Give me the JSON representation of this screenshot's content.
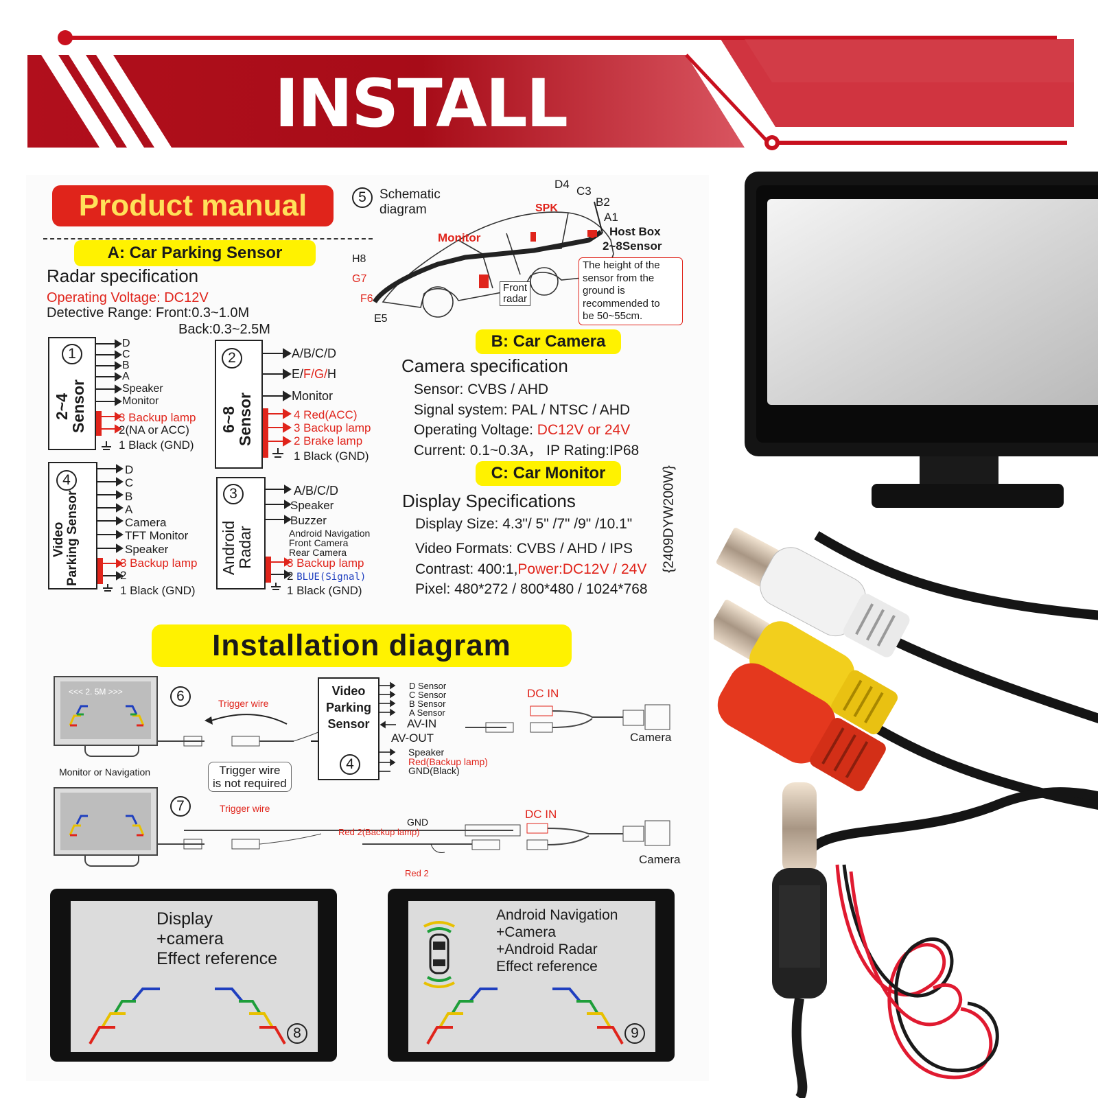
{
  "banner": {
    "title": "INSTALL"
  },
  "manual": {
    "title": "Product manual",
    "section_a": {
      "heading": "A: Car Parking Sensor",
      "radar_title": "Radar specification",
      "operating_voltage": "Operating Voltage: DC12V",
      "range_front": "Detective Range: Front:0.3~1.0M",
      "range_back": "Back:0.3~2.5M"
    },
    "box1": {
      "number": "1",
      "label": "2~4\nSensor",
      "wires": [
        "D",
        "C",
        "B",
        "A",
        "Speaker",
        "Monitor"
      ],
      "wire_red_1": "3 Backup lamp",
      "wire_2": "2(NA or ACC)",
      "wire_gnd": "1 Black (GND)"
    },
    "box2": {
      "number": "2",
      "label": "6~8\nSensor",
      "wire_abcd": "A/B/C/D",
      "wire_efgh_e": "E/",
      "wire_efgh_fg": "F/G/",
      "wire_efgh_h": "H",
      "wire_monitor": "Monitor",
      "wire_red_acc": "4 Red(ACC)",
      "wire_backup": "3 Backup lamp",
      "wire_brake": "2 Brake lamp",
      "wire_gnd": "1 Black (GND)"
    },
    "box4": {
      "number": "4",
      "label": "Video\nParking Sensor",
      "wires": [
        "D",
        "C",
        "B",
        "A",
        "Camera",
        "TFT Monitor",
        "Speaker"
      ],
      "wire_backup": "3 Backup lamp",
      "wire_2": "2",
      "wire_gnd": "1 Black (GND)"
    },
    "box3": {
      "number": "3",
      "label": "Android\nRadar",
      "wire_abcd": "A/B/C/D",
      "wire_speaker": "Speaker",
      "wire_buzzer": "Buzzer",
      "wire_nav": "Android Navigation",
      "wire_front_cam": "Front Camera",
      "wire_rear_cam": "Rear Camera",
      "wire_backup": "3 Backup lamp",
      "wire_blue_num": "2",
      "wire_blue": "BLUE(Signal)",
      "wire_gnd": "1 Black (GND)"
    },
    "schematic": {
      "number": "5",
      "title_line1": "Schematic",
      "title_line2": "diagram",
      "labels_rear": [
        "D4",
        "C3",
        "B2",
        "A1"
      ],
      "spk": "SPK",
      "monitor": "Monitor",
      "host_box": "Host Box",
      "host_sensor": "2~8Sensor",
      "labels_front": [
        "H8",
        "G7",
        "F6",
        "E5"
      ],
      "front_radar_1": "Front",
      "front_radar_2": "radar",
      "height_note": [
        "The height of the",
        "sensor from the",
        "ground is",
        "recommended to",
        "be 50~55cm."
      ]
    },
    "section_b": {
      "heading": "B: Car Camera",
      "spec_title": "Camera specification",
      "sensor": "Sensor: CVBS / AHD",
      "signal": "Signal system: PAL / NTSC / AHD",
      "voltage_label": "Operating Voltage: ",
      "voltage_value": "DC12V or 24V",
      "current": "Current: 0.1~0.3A， IP Rating:IP68"
    },
    "model_code": "{2409DYW200W}",
    "section_c": {
      "heading": "C: Car Monitor",
      "spec_title": "Display Specifications",
      "size": "Display Size: 4.3\"/ 5\" /7\" /9\" /10.1\"",
      "formats": "Video Formats: CVBS / AHD / IPS",
      "contrast_label": "Contrast: 400:1,",
      "contrast_power": "Power:DC12V / 24V",
      "pixel": "Pixel: 480*272 / 800*480 / 1024*768"
    },
    "install": {
      "heading": "Installation diagram",
      "diag6": {
        "number": "6",
        "screen_text": "<<< 2. 5M >>>",
        "trigger": "Trigger wire",
        "monitor_label": "Monitor or Navigation",
        "not_required_1": "Trigger wire",
        "not_required_2": "is not required",
        "vps_label": "Video\nParking\nSensor",
        "vps_number": "4",
        "vps_wires": [
          "D  Sensor",
          "C  Sensor",
          "B  Sensor",
          "A  Sensor"
        ],
        "av_in": "AV-IN",
        "av_out": "AV-OUT",
        "speaker": "Speaker",
        "red_backup": "Red(Backup lamp)",
        "gnd_black": "GND(Black)",
        "dc_in": "DC IN",
        "camera": "Camera"
      },
      "diag7": {
        "number": "7",
        "trigger": "Trigger wire",
        "gnd": "GND",
        "red2_backup": "Red 2(Backup lamp)",
        "red2": "Red 2",
        "dc_in": "DC IN",
        "camera": "Camera"
      },
      "effect8": {
        "number": "8",
        "lines": [
          "Display",
          "+camera",
          "Effect reference"
        ]
      },
      "effect9": {
        "number": "9",
        "lines": [
          "Android Navigation",
          "+Camera",
          "+Android Radar",
          "Effect reference"
        ]
      }
    }
  },
  "colors": {
    "banner_red": "#c8101e",
    "banner_dark": "#8e0b14",
    "accent_red": "#e0241b",
    "highlight_yellow": "#fff200",
    "rca_white": "#f2f2f2",
    "rca_yellow": "#f2cf1d",
    "rca_red": "#e4381e"
  }
}
